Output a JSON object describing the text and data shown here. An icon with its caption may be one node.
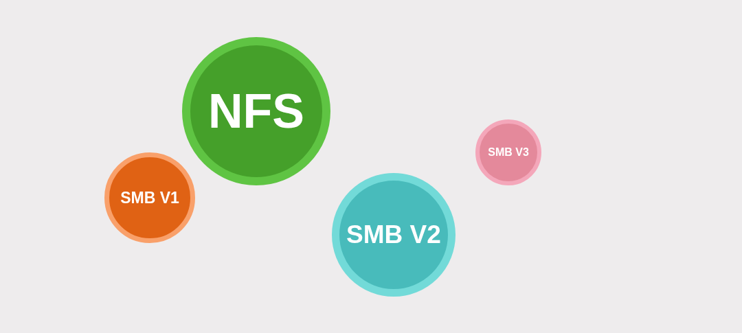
{
  "diagram": {
    "nodes": [
      {
        "text": [
          "NFS"
        ]
      },
      {
        "text": [
          "SMB V1"
        ]
      },
      {
        "text": [
          "SMB V2"
        ]
      },
      {
        "text": [
          "SMB V3"
        ]
      }
    ]
  }
}
